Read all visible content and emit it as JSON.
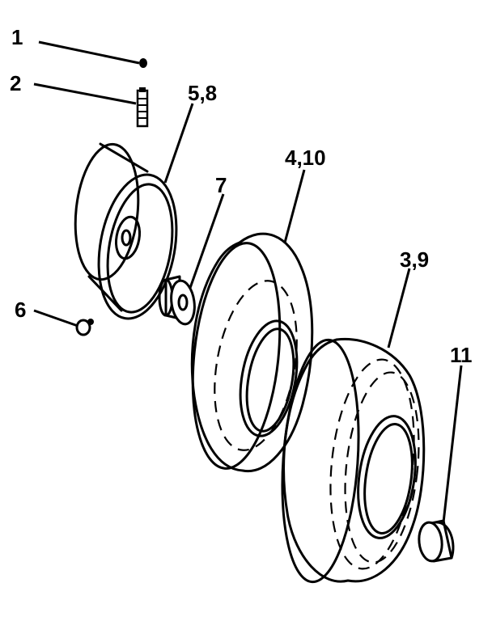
{
  "callouts": {
    "c1": "1",
    "c2": "2",
    "c58": "5,8",
    "c7": "7",
    "c6": "6",
    "c410": "4,10",
    "c39": "3,9",
    "c11": "11"
  }
}
